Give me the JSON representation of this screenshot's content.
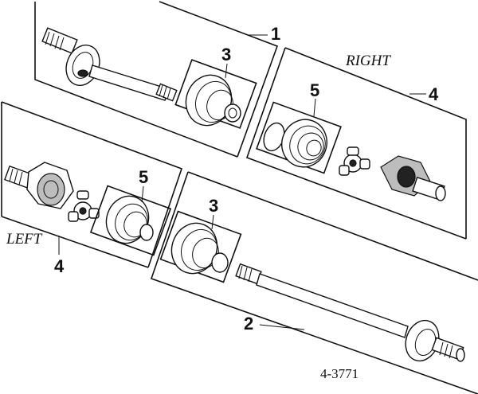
{
  "labels": {
    "axle_right_shaft": "1",
    "axle_left_shaft": "2",
    "boot_upper": "3",
    "boot_lower": "3",
    "joint_kit_right": "4",
    "joint_kit_left": "4",
    "inner_boot_right": "5",
    "inner_boot_left": "5",
    "side_right": "RIGHT",
    "side_left": "LEFT",
    "reference_code": "4-3771"
  }
}
